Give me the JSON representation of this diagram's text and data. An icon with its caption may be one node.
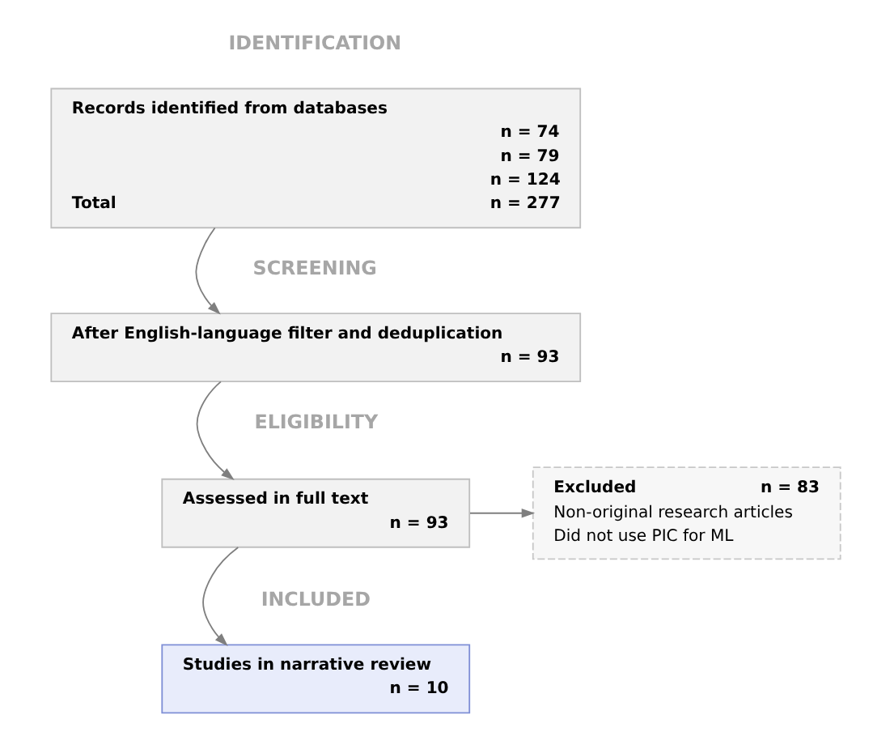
{
  "diagram": {
    "nodes": [
      {
        "text": [
          "Records identified from databases",
          "n = 74",
          "n = 79",
          "n = 124",
          "Total",
          "n = 277"
        ]
      },
      {
        "text": [
          "After English-language filter and deduplication",
          "n = 93"
        ]
      },
      {
        "text": [
          "Assessed in full text",
          "n = 93"
        ]
      },
      {
        "text": [
          "Excluded",
          "n = 83",
          "Non-original research articles",
          "Did not use PIC for ML"
        ]
      },
      {
        "text": [
          "Studies in narrative review",
          "n = 10"
        ]
      }
    ],
    "edges": [
      {
        "from": 0,
        "to": 1,
        "arrow": "to"
      },
      {
        "from": 1,
        "to": 2,
        "arrow": "to"
      },
      {
        "from": 2,
        "to": 3,
        "arrow": "to"
      },
      {
        "from": 2,
        "to": 4,
        "arrow": "to"
      }
    ],
    "labels": [
      "IDENTIFICATION",
      "SCREENING",
      "ELIGIBILITY",
      "INCLUDED"
    ]
  }
}
